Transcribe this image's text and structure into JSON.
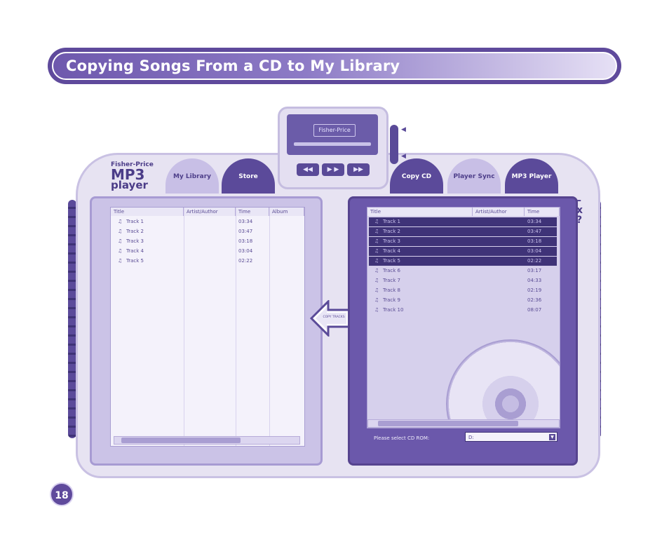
{
  "header": {
    "title": "Copying Songs From a CD to My Library"
  },
  "page": {
    "number": "18"
  },
  "player": {
    "brand_line1": "Fisher-Price",
    "brand_line2": "MP3",
    "brand_line3": "player",
    "lcd_logo": "Fisher-Price",
    "transport": [
      "◀◀",
      "▶ ▶",
      "▶▶"
    ],
    "controls": [
      "–",
      "x",
      "?"
    ],
    "tabs": [
      "My Library",
      "Store",
      "Copy CD",
      "Player Sync",
      "MP3 Player"
    ]
  },
  "library": {
    "columns": [
      "Title",
      "Artist/Author",
      "Time",
      "Album"
    ],
    "rows": [
      {
        "title": "Track 1",
        "time": "03:34"
      },
      {
        "title": "Track 2",
        "time": "03:47"
      },
      {
        "title": "Track 3",
        "time": "03:18"
      },
      {
        "title": "Track 4",
        "time": "03:04"
      },
      {
        "title": "Track 5",
        "time": "02:22"
      }
    ]
  },
  "cd": {
    "columns": [
      "Title",
      "Artist/Author",
      "Time"
    ],
    "rows": [
      {
        "title": "Track 1",
        "time": "03:34",
        "selected": true
      },
      {
        "title": "Track 2",
        "time": "03:47",
        "selected": true
      },
      {
        "title": "Track 3",
        "time": "03:18",
        "selected": true
      },
      {
        "title": "Track 4",
        "time": "03:04",
        "selected": true
      },
      {
        "title": "Track 5",
        "time": "02:22",
        "selected": true
      },
      {
        "title": "Track 6",
        "time": "03:17",
        "selected": false
      },
      {
        "title": "Track 7",
        "time": "04:33",
        "selected": false
      },
      {
        "title": "Track 8",
        "time": "02:19",
        "selected": false
      },
      {
        "title": "Track 9",
        "time": "02:36",
        "selected": false
      },
      {
        "title": "Track 10",
        "time": "08:07",
        "selected": false
      }
    ],
    "copy_label": "COPY TRACKS",
    "select_label": "Please select CD ROM:",
    "select_value": "D:"
  },
  "colors": {
    "accent": "#5f4a9c",
    "selection": "#3f3378"
  }
}
